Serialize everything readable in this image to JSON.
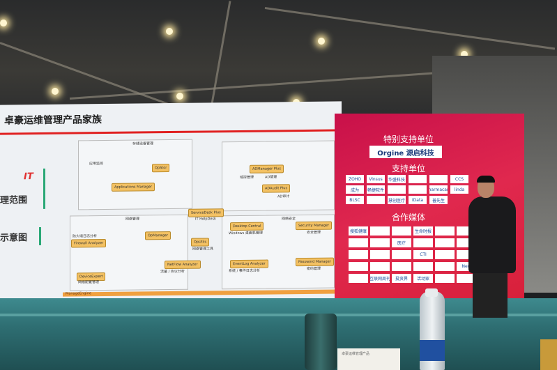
{
  "slide": {
    "title": "卓豪运维管理产品家族",
    "left_labels": [
      "IT",
      "理范围",
      "示意图"
    ],
    "products": [
      "OpStor",
      "Applications Manager",
      "ADManager Plus",
      "ADAudit Plus",
      "ServiceDesk Plus",
      "OpUtils",
      "OpManager",
      "Firewall Analyzer",
      "NetFlow Analyzer",
      "DeviceExpert",
      "Desktop Central",
      "Security Manager",
      "EventLog Analyzer",
      "Password Manager"
    ],
    "captions": [
      "存储设备管理",
      "应用监控",
      "域控管理",
      "AD管理",
      "AD审计",
      "IT HelpDesk",
      "网络管理",
      "防火墙日志分析",
      "流量 / 协议分析",
      "网络配置管理",
      "网络管理工具",
      "Windows 桌面机管理",
      "网络安全",
      "安全管理",
      "系统 / 事件日志分析",
      "密码管理"
    ],
    "footer": "ManageEngine"
  },
  "screen": {
    "special_support_heading": "特别支持单位",
    "special_sponsor": "Orgine 源启科技",
    "support_heading": "支持单位",
    "supporters": [
      "ZOHO",
      "Vinsus",
      "华盛科技",
      "",
      "",
      "CCS",
      "成为",
      "畅捷软件",
      "",
      "",
      "Pharmacare",
      "linda",
      "BLSC",
      "",
      "慧创医疗",
      "iData",
      "普先生"
    ],
    "media_heading": "合作媒体",
    "media": [
      "搜狐健康",
      "",
      "",
      "生命时报",
      "",
      "",
      "",
      "",
      "医疗",
      "",
      "",
      "",
      "",
      "",
      "",
      "CTI",
      "",
      "",
      "",
      "",
      "",
      "",
      "",
      "New",
      "",
      "互联网周刊",
      "投资界",
      "活动家",
      "",
      ""
    ]
  },
  "table_items": {
    "namecard": "卓豪运维管理产品"
  }
}
